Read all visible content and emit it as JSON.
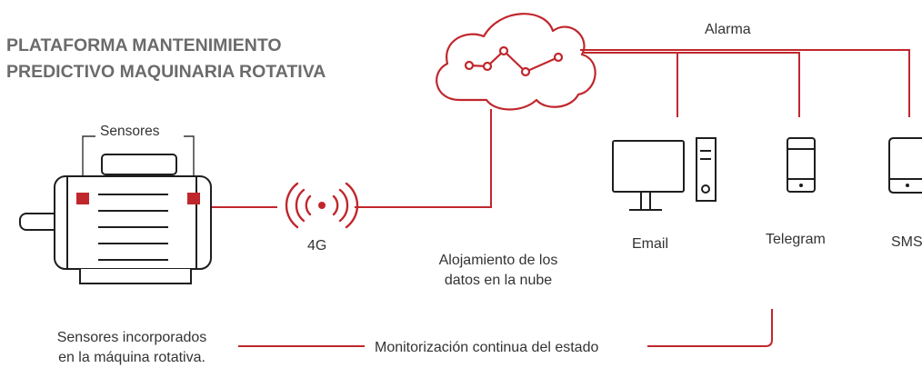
{
  "title": {
    "line1": "PLATAFORMA MANTENIMIENTO",
    "line2": "PREDICTIVO MAQUINARIA ROTATIVA"
  },
  "labels": {
    "sensores": "Sensores",
    "network": "4G",
    "alarma": "Alarma",
    "cloud_line1": "Alojamiento de los",
    "cloud_line2": "datos en la nube",
    "email": "Email",
    "telegram": "Telegram",
    "sms": "SMS",
    "sensors_desc_line1": "Sensores incorporados",
    "sensors_desc_line2": "en la máquina rotativa.",
    "monitoring": "Monitorización continua del estado"
  },
  "colors": {
    "accent": "#c0272d",
    "text": "#333333",
    "title": "#6b6b6b",
    "icon": "#1e1e1e"
  }
}
